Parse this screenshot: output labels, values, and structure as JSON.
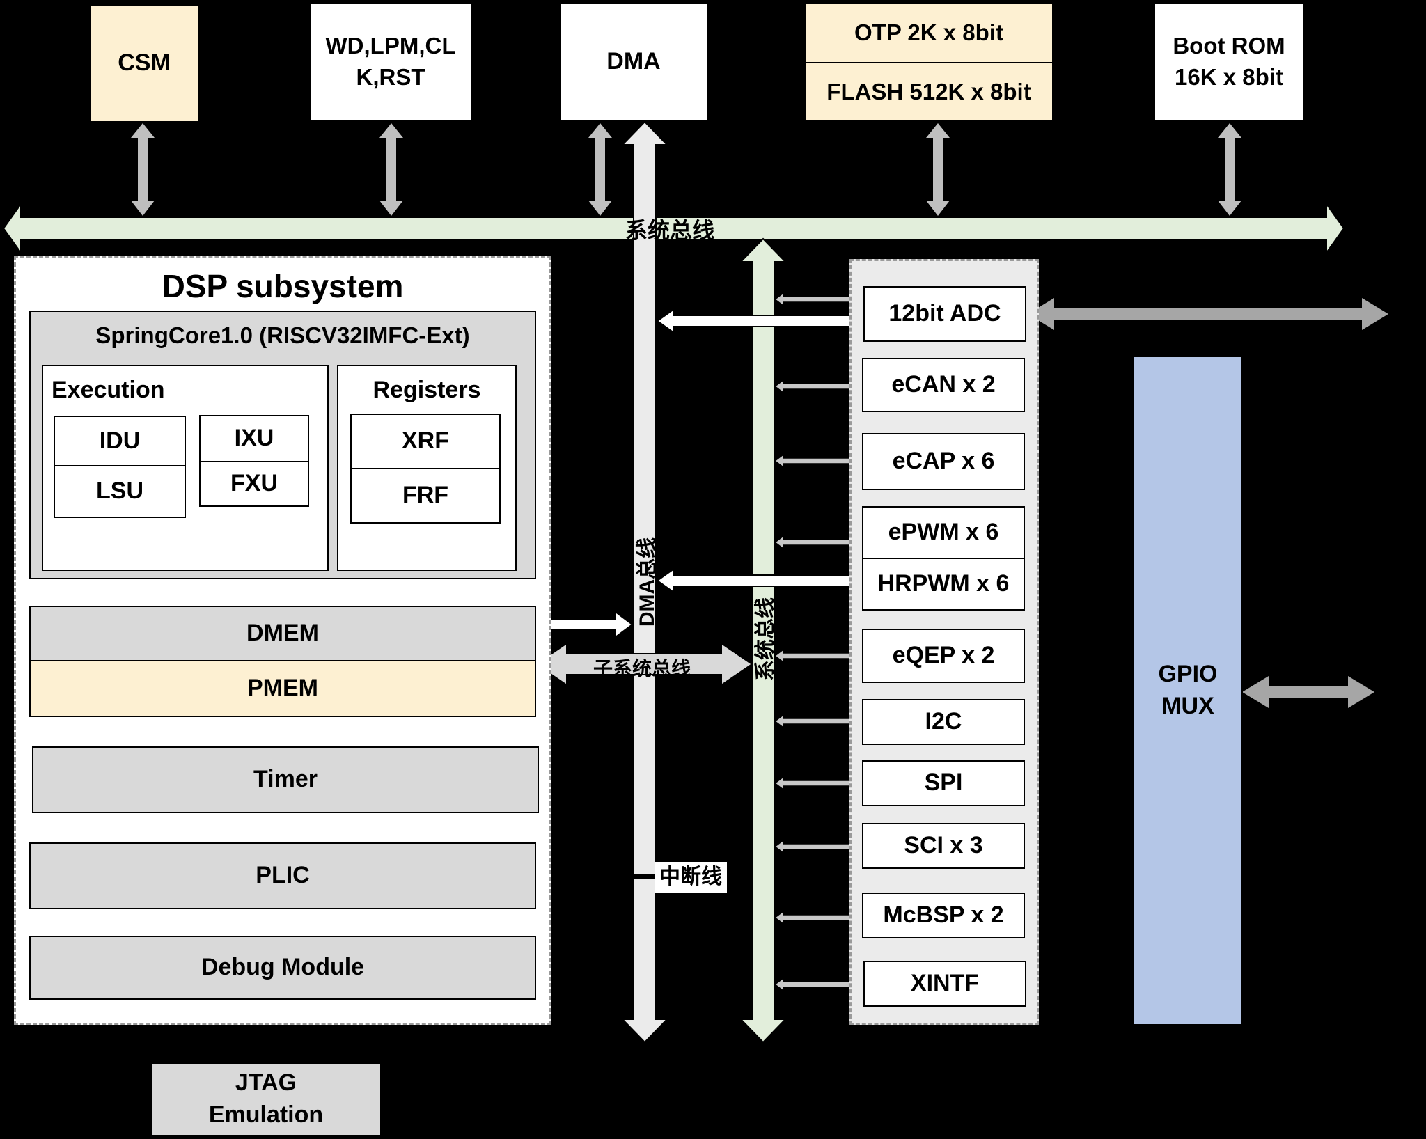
{
  "top": {
    "csm": "CSM",
    "wd_line1": "WD,LPM,CL",
    "wd_line2": "K,RST",
    "dma": "DMA",
    "otp": "OTP 2K x 8bit",
    "flash": "FLASH 512K x 8bit",
    "boot_line1": "Boot ROM",
    "boot_line2": "16K x  8bit"
  },
  "buses": {
    "system_bus": "系统总线",
    "dma_bus": "DMA总线",
    "system_bus_vertical": "系统总线",
    "subsystem_bus": "子系统总线",
    "interrupt_line": "中断线"
  },
  "dsp": {
    "title": "DSP subsystem",
    "core_title": "SpringCore1.0 (RISCV32IMFC-Ext)",
    "execution": "Execution",
    "registers": "Registers",
    "idu": "IDU",
    "lsu": "LSU",
    "ixu": "IXU",
    "fxu": "FXU",
    "xrf": "XRF",
    "frf": "FRF",
    "dmem": "DMEM",
    "pmem": "PMEM",
    "timer": "Timer",
    "plic": "PLIC",
    "debug": "Debug Module"
  },
  "jtag": {
    "line1": "JTAG",
    "line2": "Emulation"
  },
  "peripherals": {
    "adc": "12bit ADC",
    "ecan": "eCAN x 2",
    "ecap": "eCAP x 6",
    "epwm": "ePWM x 6",
    "hrpwm": "HRPWM x 6",
    "eqep": "eQEP x 2",
    "i2c": "I2C",
    "spi": "SPI",
    "sci": "SCI x 3",
    "mcbsp": "McBSP x 2",
    "xintf": "XINTF"
  },
  "gpio": {
    "line1": "GPIO",
    "line2": "MUX"
  },
  "colors": {
    "background": "#000000",
    "cream": "#fdf0d2",
    "gray": "#d9d9d9",
    "system_bus": "#e2eedb",
    "dma_bus": "#ebebeb",
    "gpio": "#b4c6e7",
    "link_arrow": "#c8c8c8"
  }
}
